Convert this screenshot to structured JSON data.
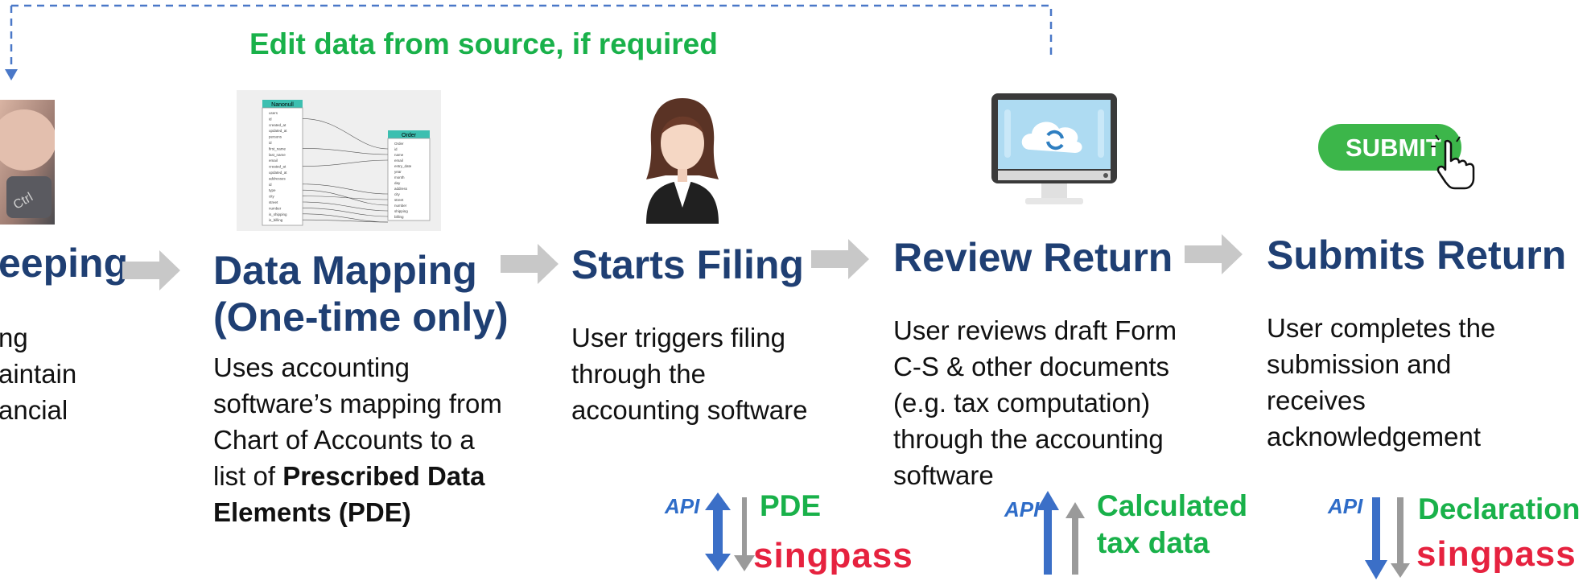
{
  "feedback_note": "Edit data from source, if required",
  "steps": [
    {
      "title": "eeping",
      "lines": [
        "ng",
        "aintain",
        "ancial"
      ]
    },
    {
      "title_line1": "Data Mapping",
      "title_line2": "(One-time only)",
      "lines": [
        "Uses accounting",
        "software’s mapping from",
        "Chart of Accounts to a"
      ],
      "line4_plain": "list of ",
      "line4_bold": "Prescribed Data",
      "line5_bold": "Elements (PDE)"
    },
    {
      "title": "Starts Filing",
      "lines": [
        "User triggers filing",
        "through the",
        "accounting software"
      ]
    },
    {
      "title": "Review Return",
      "lines": [
        "User reviews draft Form",
        "C-S & other documents",
        "(e.g. tax computation)",
        "through the accounting",
        "software"
      ]
    },
    {
      "title": "Submits Return",
      "lines": [
        "User completes the",
        "submission and",
        "receives",
        "acknowledgement"
      ]
    }
  ],
  "schema_image": {
    "left_table": "Nanonull",
    "right_table": "Order",
    "left_fields": [
      "users",
      "id",
      "created_at",
      "updated_at",
      "persons",
      "id",
      "first_name",
      "last_name",
      "email",
      "created_at",
      "updated_at",
      "addresses",
      "id",
      "type",
      "city",
      "street",
      "number",
      "is_shipping",
      "is_billing"
    ],
    "right_fields": [
      "Order",
      "id",
      "name",
      "email",
      "entry_date",
      "year",
      "month",
      "day",
      "address",
      "city",
      "street",
      "number",
      "shipping",
      "billing"
    ]
  },
  "submit_button": {
    "label": "SUBMIT"
  },
  "api_flows": [
    {
      "api_label": "API",
      "lines": [
        "PDE"
      ],
      "service": "singpass"
    },
    {
      "api_label": "API",
      "lines": [
        "Calculated",
        "tax data"
      ]
    },
    {
      "api_label": "API",
      "lines": [
        "Declaration"
      ],
      "service": "singpass"
    }
  ],
  "colors": {
    "title": "#1f3f73",
    "green": "#19b14a",
    "api_blue": "#2e6cc8",
    "arrow_grey": "#c8c8c8",
    "singpass_red": "#e6223f",
    "dash_blue": "#4a78c8"
  }
}
